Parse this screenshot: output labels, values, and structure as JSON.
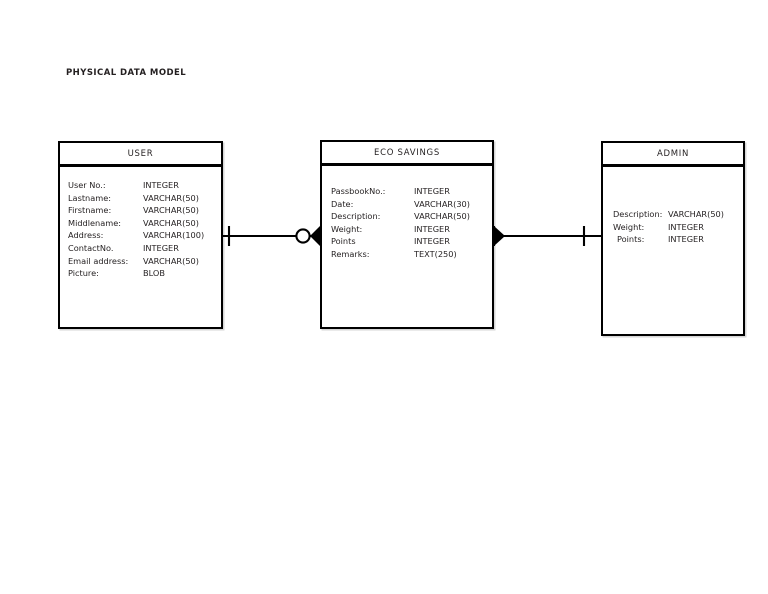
{
  "document": {
    "title": "PHYSICAL DATA MODEL"
  },
  "diagram": {
    "type": "entity-relationship-diagram",
    "notation": "crows-foot",
    "background_color": "#ffffff",
    "line_color": "#000000",
    "text_color": "#231f20",
    "entities": [
      {
        "id": "user",
        "name": "USER",
        "attributes": [
          {
            "name": "User No.:",
            "type": "INTEGER"
          },
          {
            "name": "Lastname:",
            "type": "VARCHAR(50)"
          },
          {
            "name": "Firstname:",
            "type": "VARCHAR(50)"
          },
          {
            "name": "Middlename:",
            "type": "VARCHAR(50)"
          },
          {
            "name": "Address:",
            "type": "VARCHAR(100)"
          },
          {
            "name": "ContactNo.",
            "type": "INTEGER"
          },
          {
            "name": "Email address:",
            "type": "VARCHAR(50)"
          },
          {
            "name": "Picture:",
            "type": "BLOB"
          }
        ]
      },
      {
        "id": "eco_savings",
        "name": "ECO SAVINGS",
        "attributes": [
          {
            "name": "PassbookNo.:",
            "type": "INTEGER"
          },
          {
            "name": "Date:",
            "type": "VARCHAR(30)"
          },
          {
            "name": "Description:",
            "type": "VARCHAR(50)"
          },
          {
            "name": "Weight:",
            "type": "INTEGER"
          },
          {
            "name": "Points",
            "type": "INTEGER"
          },
          {
            "name": "Remarks:",
            "type": "TEXT(250)"
          }
        ]
      },
      {
        "id": "admin",
        "name": "ADMIN",
        "attributes": [
          {
            "name": "Description:",
            "type": "VARCHAR(50)"
          },
          {
            "name": "Weight:",
            "type": "INTEGER"
          },
          {
            "name": "Points:",
            "type": "INTEGER"
          }
        ]
      }
    ],
    "relationships": [
      {
        "id": "user-eco",
        "from": "user",
        "to": "eco_savings",
        "from_cardinality": "one",
        "to_cardinality": "zero-or-many",
        "from_symbol": "one-tick",
        "to_symbol": "circle-crows-foot"
      },
      {
        "id": "eco-admin",
        "from": "eco_savings",
        "to": "admin",
        "from_cardinality": "many",
        "to_cardinality": "one",
        "from_symbol": "crows-foot",
        "to_symbol": "one-tick"
      }
    ]
  }
}
